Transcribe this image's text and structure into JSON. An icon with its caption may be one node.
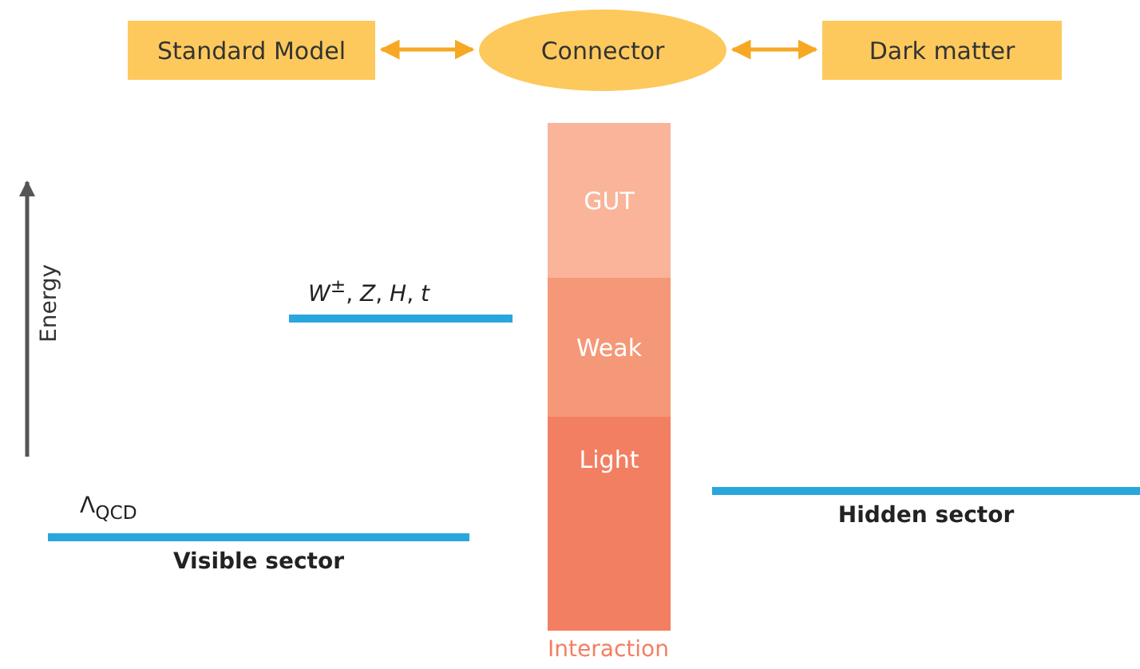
{
  "diagram": {
    "nodes": [
      {
        "text": [
          "Standard Model"
        ]
      },
      {
        "text": [
          "Connector"
        ]
      },
      {
        "text": [
          "Dark matter"
        ]
      },
      {
        "text": [
          "GUT"
        ]
      },
      {
        "text": [
          "Weak"
        ]
      },
      {
        "text": [
          "Light"
        ]
      },
      {
        "text": [
          "*W*$^{±}$, *Z*, *H*, *t*"
        ]
      },
      {
        "text": [
          "Λ$_{QCD}$",
          "Visible sector"
        ]
      },
      {
        "text": [
          "Hidden sector"
        ]
      }
    ],
    "edges": [
      {
        "from": 0,
        "to": 1,
        "arrow": "both",
        "color": "#f7a823"
      },
      {
        "from": 1,
        "to": 2,
        "arrow": "both",
        "color": "#f7a823"
      }
    ],
    "labels": [
      "Energy",
      "Interaction"
    ]
  }
}
